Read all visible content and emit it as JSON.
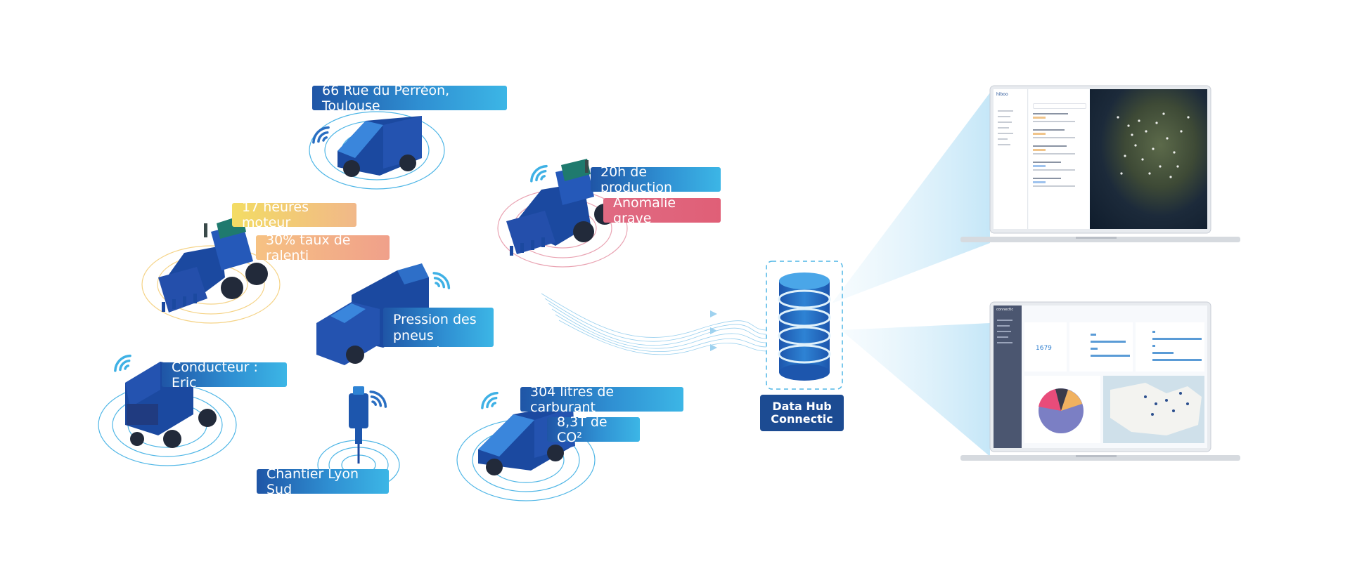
{
  "labels": {
    "address": "66 Rue du Perréon, Toulouse",
    "engine_hours": "17 heures moteur",
    "idle_rate": "30% taux de ralenti",
    "production": "20h de production",
    "anomaly": "Anomalie grave",
    "tire_pressure": "Pression des pneus normale",
    "driver": "Conducteur : Eric",
    "site": "Chantier Lyon Sud",
    "fuel": "304 litres de carburant",
    "co2": "8,3T de CO²"
  },
  "hub": {
    "line1": "Data Hub",
    "line2": "Connectic"
  },
  "laptop_top": {
    "brand": "hiboo"
  },
  "laptop_bottom": {
    "brand": "connectic",
    "kpi_value": "1679"
  },
  "colors": {
    "brand_blue": "#1c4b92",
    "accent_blue": "#2f8fd2",
    "light_blue": "#3cb6e6",
    "alert_red": "#e05f77",
    "warning_yellow": "#f3dc64"
  }
}
